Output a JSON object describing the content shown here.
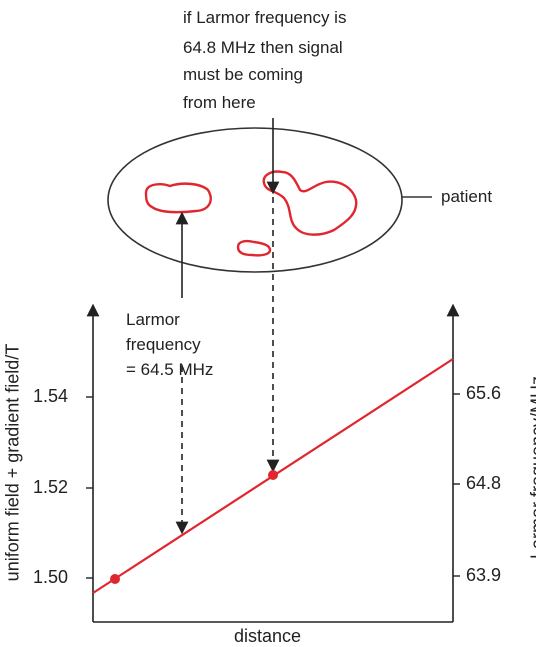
{
  "annotations": {
    "top_note": [
      "if Larmor frequency is",
      "64.8 MHz then signal",
      "must be coming",
      "from here"
    ],
    "patient_label": "patient",
    "mid_note": [
      "Larmor",
      "frequency",
      "= 64.5 MHz"
    ]
  },
  "chart_data": {
    "type": "line",
    "xlabel": "distance",
    "ylabel_left": "uniform field + gradient field/T",
    "ylabel_right": "Larmor frequency/MHz",
    "left_ticks": [
      "1.54",
      "1.52",
      "1.50"
    ],
    "right_ticks": [
      "65.6",
      "64.8",
      "63.9"
    ],
    "points": [
      {
        "y_left": 1.5,
        "y_right_MHz": 63.9
      },
      {
        "y_left": 1.523,
        "y_right_MHz": 64.8
      }
    ]
  },
  "colors": {
    "line": "#e0262e",
    "ink": "#222222"
  }
}
